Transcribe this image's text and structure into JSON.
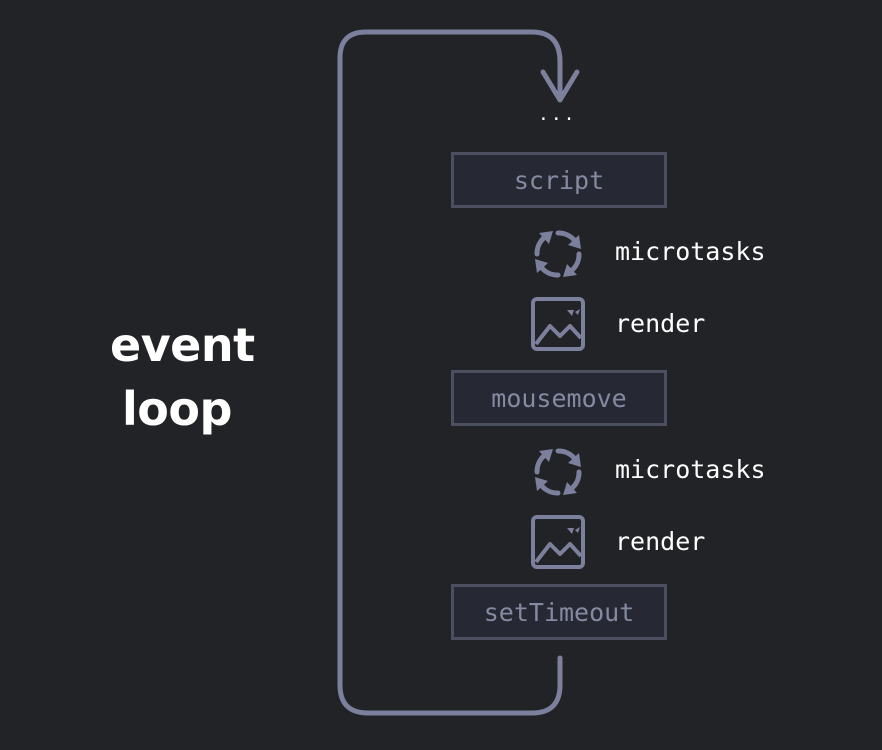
{
  "title": {
    "line1": "event",
    "line2": "loop"
  },
  "ellipsis": "...",
  "tasks": [
    {
      "label": "script"
    },
    {
      "label": "mousemove"
    },
    {
      "label": "setTimeout"
    }
  ],
  "steps": [
    {
      "label": "microtasks",
      "icon": "refresh-cycle-icon"
    },
    {
      "label": "render",
      "icon": "image-icon"
    },
    {
      "label": "microtasks",
      "icon": "refresh-cycle-icon"
    },
    {
      "label": "render",
      "icon": "image-icon"
    }
  ],
  "colors": {
    "background": "#222327",
    "loop_stroke": "#7d809c",
    "box_border": "#4b4f5f",
    "box_fill": "#262833",
    "box_text": "#858aa1",
    "icon": "#7d809c",
    "label_text": "#ffffff"
  }
}
